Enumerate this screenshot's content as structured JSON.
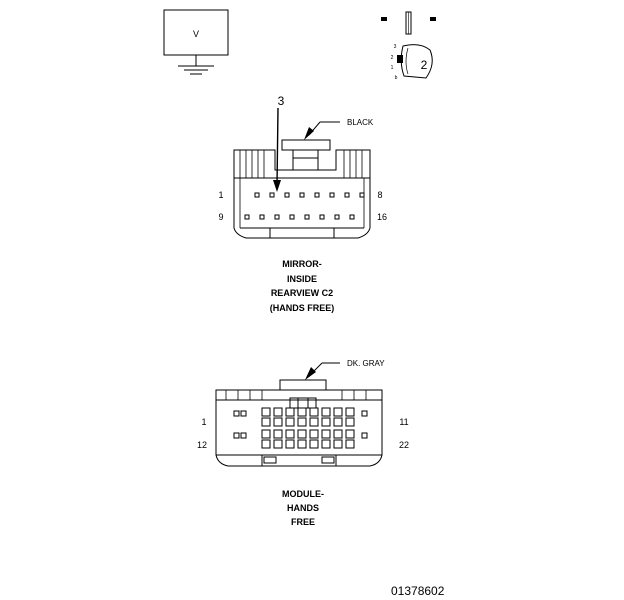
{
  "meter": {
    "display": "V"
  },
  "probe": {
    "number": "2",
    "pin_marks": [
      "3",
      "2",
      "1",
      "b"
    ]
  },
  "connector_c2": {
    "pointer_number": "3",
    "color": "BLACK",
    "pin_labels": {
      "top_left": "1",
      "top_right": "8",
      "bottom_left": "9",
      "bottom_right": "16"
    },
    "caption": [
      "MIRROR-",
      "INSIDE",
      "REARVIEW C2",
      "(HANDS FREE)"
    ]
  },
  "connector_module": {
    "color": "DK. GRAY",
    "pin_labels": {
      "top_left": "1",
      "top_right": "11",
      "bottom_left": "12",
      "bottom_right": "22"
    },
    "caption": [
      "MODULE-",
      "HANDS",
      "FREE"
    ]
  },
  "figure_id": "01378602"
}
